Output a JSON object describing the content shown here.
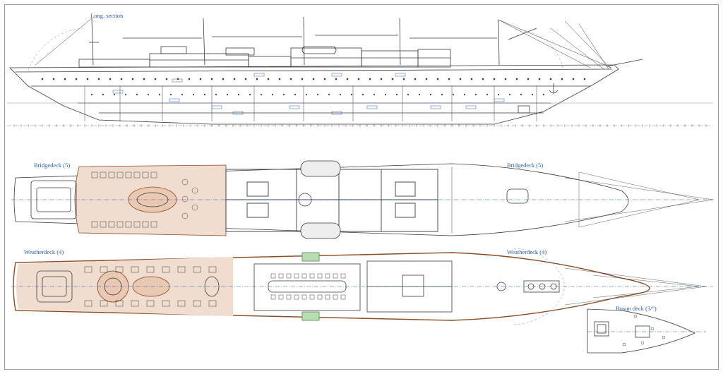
{
  "colors": {
    "line": "#3a3a3a",
    "label": "#2a5aa8",
    "deck_wood": "#f1ddd0",
    "hull_outline": "#8a4a22",
    "glass": "#b9dcb2",
    "waterline": "#6f93c8",
    "frame": "#9a9a9a"
  },
  "views": {
    "long_section": {
      "title": "Long. section"
    },
    "bridgedeck": {
      "title_left": "Bridgedeck (5)",
      "title_right": "Bridgedeck (5)"
    },
    "weatherdeck": {
      "title_left": "Weatherdeck (4)",
      "title_right": "Weatherdeck (4)"
    },
    "bosun_deck": {
      "title": "Bosun deck (3/°)"
    }
  }
}
